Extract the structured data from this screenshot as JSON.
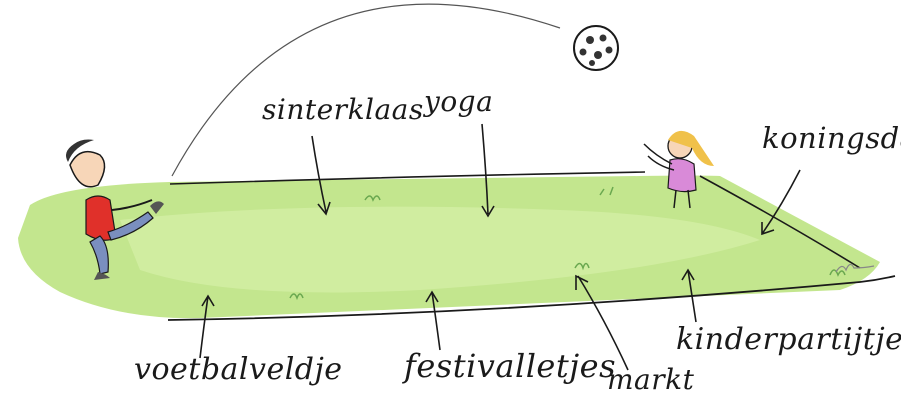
{
  "labels": {
    "sinterklaas": "sinterklaas",
    "yoga": "yoga",
    "koningsdag": "koningsdag",
    "voetbalveldje": "voetbalveldje",
    "festivalletjes": "festivalletjes",
    "markt": "markt",
    "kinderpartijtjes": "kinderpartijtjes"
  },
  "colors": {
    "grass": "#b8e27a",
    "grass_light": "#d6f0a8",
    "line": "#1a1a1a",
    "boy_shirt": "#e0302a",
    "boy_pants": "#7a8fbf",
    "girl_shirt": "#d98ad8",
    "girl_hair": "#f0c14a",
    "skin": "#f7d6b8"
  },
  "icons": {
    "ball": "soccer-ball-icon"
  }
}
